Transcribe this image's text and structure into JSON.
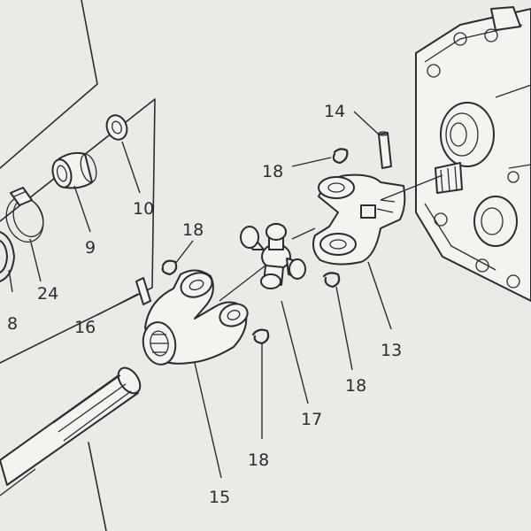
{
  "callouts": {
    "c8": "8",
    "c24": "24",
    "c9": "9",
    "c10": "10",
    "c14": "14",
    "c18a": "18",
    "c18b": "18",
    "c18c": "18",
    "c18d": "18",
    "c16": "16",
    "c17": "17",
    "c13": "13",
    "c15": "15"
  },
  "colors": {
    "paper": "#e9ebe6",
    "ink": "#2b2d2c"
  }
}
